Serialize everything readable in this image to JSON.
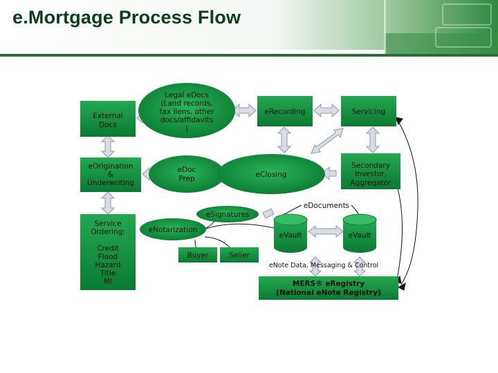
{
  "title": "e.Mortgage Process Flow",
  "colors": {
    "node_fill": "#0f8a3a",
    "node_fill_light": "#1aa34a",
    "header_green": "#2e8b3e",
    "arrow_fill": "#d9dde3",
    "arrow_stroke": "#8e9aa8",
    "text": "#111111"
  },
  "nodes": {
    "external_docs": [
      "External",
      "Docs"
    ],
    "legal_edocs": [
      "Legal eDocs",
      "(Land records,",
      "tax liens, other",
      "docs/affidavits",
      ")"
    ],
    "erecording": [
      "eRecording"
    ],
    "servicing": [
      "Servicing"
    ],
    "eorigination": [
      "eOrigination",
      "&",
      "Underwriting"
    ],
    "edoc_prep": [
      "eDoc",
      "Prep"
    ],
    "eclosing": [
      "eClosing"
    ],
    "secondary": [
      "Secondary",
      "Investor,",
      "Aggregator"
    ],
    "esignatures": [
      "eSignatures"
    ],
    "edocuments": [
      "eDocuments"
    ],
    "service_ordering": [
      "Service",
      "Ordering:"
    ],
    "service_list": [
      "Credit",
      "Flood",
      "Hazard",
      "Title",
      "MI"
    ],
    "enotarization": [
      "eNotarization"
    ],
    "buyer": [
      "Buyer"
    ],
    "seller": [
      "Seller"
    ],
    "evault_1": [
      "eVault"
    ],
    "evault_2": [
      "eVault"
    ],
    "enote_caption": [
      "eNote Data, Messaging & Control"
    ],
    "mers": [
      "MERS® eRegistry",
      "(National eNote Registry)"
    ]
  }
}
